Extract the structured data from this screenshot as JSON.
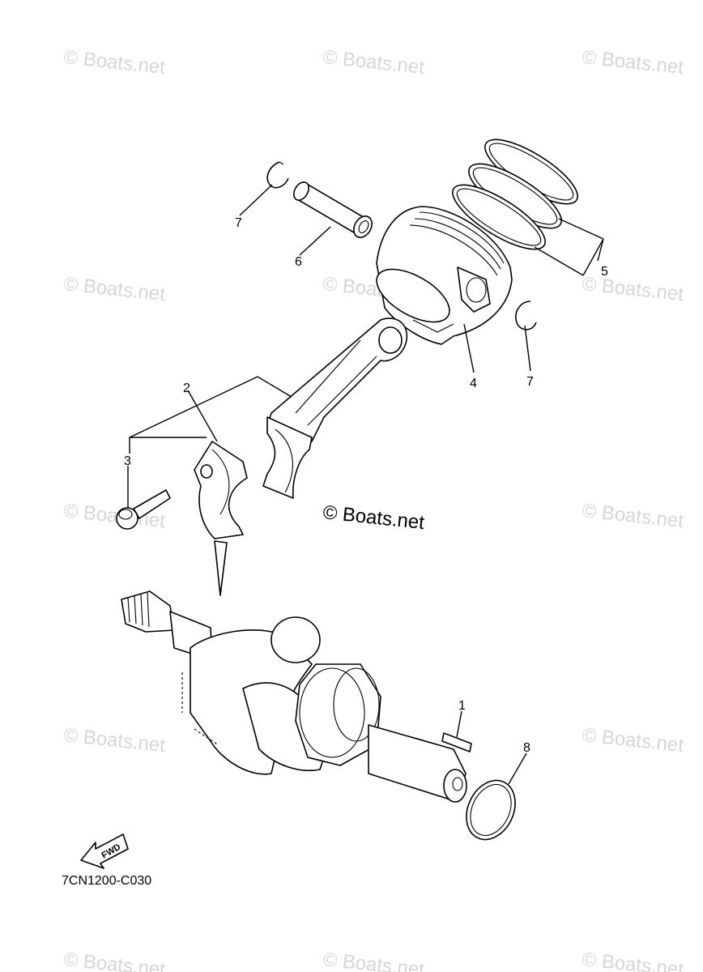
{
  "watermark": "© Boats.net",
  "copyright": "© Boats.net",
  "diagram_code": "7CN1200-C030",
  "fwd_label": "FWD",
  "callouts": {
    "c1": "1",
    "c2": "2",
    "c3": "3",
    "c4": "4",
    "c5": "5",
    "c6": "6",
    "c7a": "7",
    "c7b": "7",
    "c8": "8"
  },
  "parts": {
    "p1": "key",
    "p2": "connecting-rod",
    "p3": "bolt",
    "p4": "piston",
    "p5": "piston-ring-set",
    "p6": "piston-pin",
    "p7": "circlip",
    "p8": "o-ring"
  }
}
